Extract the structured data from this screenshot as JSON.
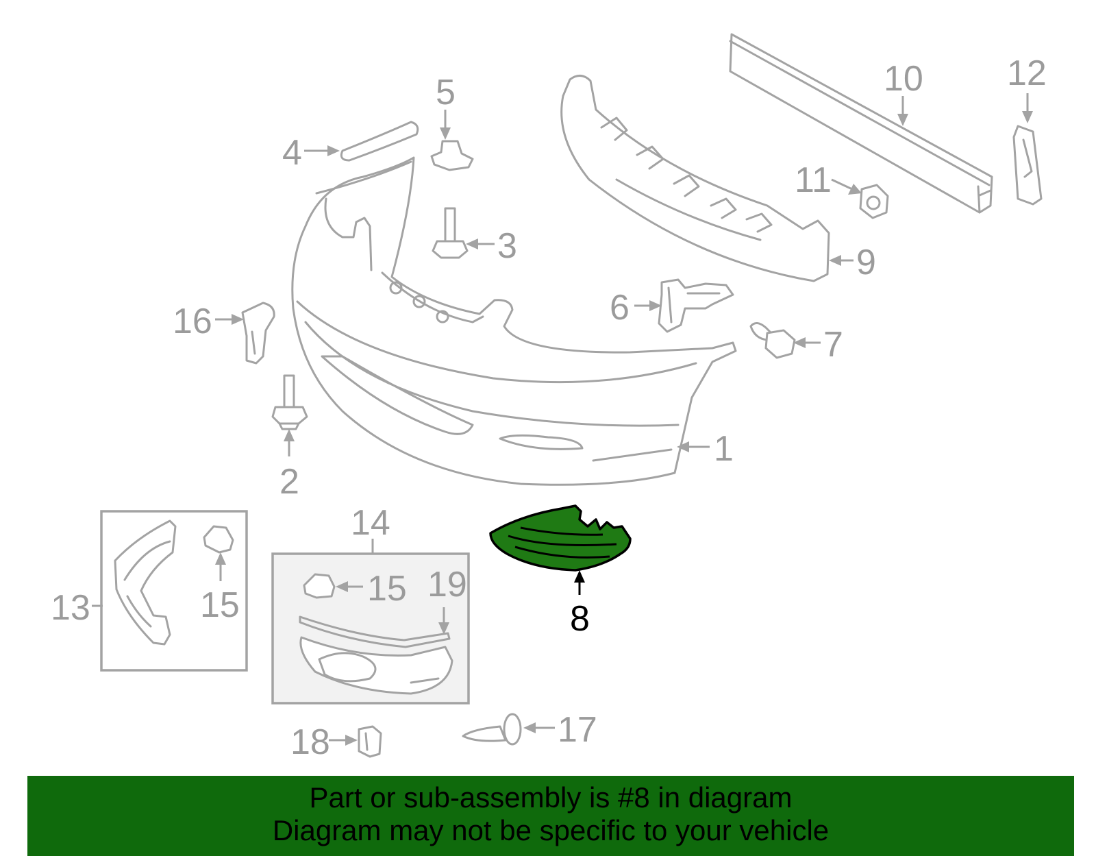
{
  "diagram": {
    "highlight_color": "#0f6a0c",
    "highlighted_part": "8",
    "callouts": [
      {
        "id": "1",
        "label": "1"
      },
      {
        "id": "2",
        "label": "2"
      },
      {
        "id": "3",
        "label": "3"
      },
      {
        "id": "4",
        "label": "4"
      },
      {
        "id": "5",
        "label": "5"
      },
      {
        "id": "6",
        "label": "6"
      },
      {
        "id": "7",
        "label": "7"
      },
      {
        "id": "8",
        "label": "8"
      },
      {
        "id": "9",
        "label": "9"
      },
      {
        "id": "10",
        "label": "10"
      },
      {
        "id": "11",
        "label": "11"
      },
      {
        "id": "12",
        "label": "12"
      },
      {
        "id": "13",
        "label": "13"
      },
      {
        "id": "14",
        "label": "14"
      },
      {
        "id": "15a",
        "label": "15"
      },
      {
        "id": "15b",
        "label": "15"
      },
      {
        "id": "16",
        "label": "16"
      },
      {
        "id": "17",
        "label": "17"
      },
      {
        "id": "18",
        "label": "18"
      },
      {
        "id": "19",
        "label": "19"
      }
    ]
  },
  "banner": {
    "line1": "Part or sub-assembly is #8 in diagram",
    "line2": "Diagram may not be specific to your vehicle"
  }
}
